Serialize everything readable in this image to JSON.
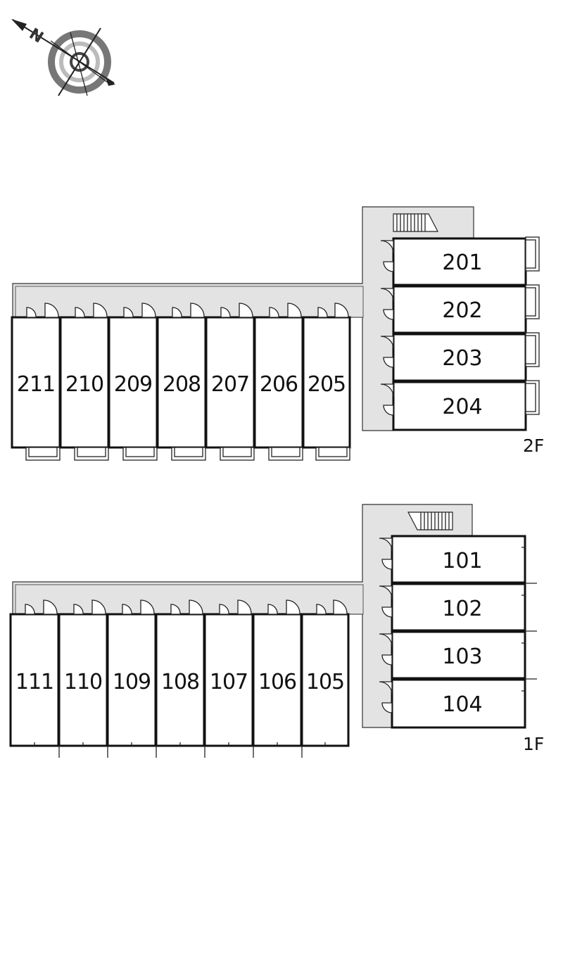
{
  "compass": {
    "north_label": "N",
    "icon": "compass-icon"
  },
  "floors": [
    {
      "label": "2F",
      "horizontal_units": [
        "211",
        "210",
        "209",
        "208",
        "207",
        "206",
        "205"
      ],
      "vertical_units": [
        "201",
        "202",
        "203",
        "204"
      ]
    },
    {
      "label": "1F",
      "horizontal_units": [
        "111",
        "110",
        "109",
        "108",
        "107",
        "106",
        "105"
      ],
      "vertical_units": [
        "101",
        "102",
        "103",
        "104"
      ]
    }
  ],
  "colors": {
    "corridor": "#e3e3e3",
    "walls": "#111111",
    "background": "#ffffff"
  }
}
